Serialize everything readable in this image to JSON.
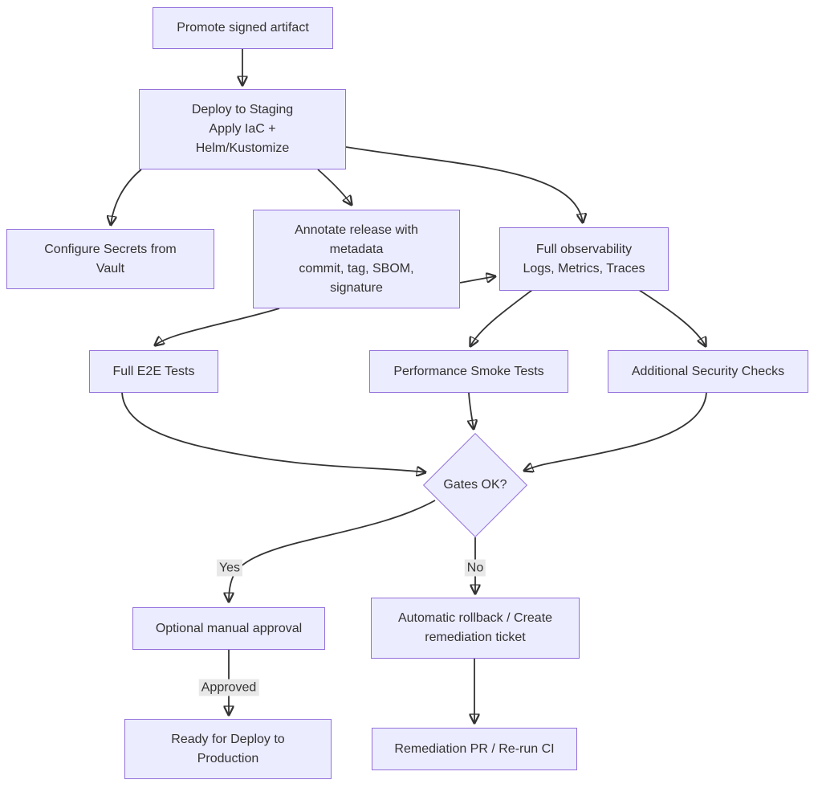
{
  "diagram": {
    "type": "flowchart",
    "direction": "top-down",
    "colors": {
      "node_fill": "#ECECFF",
      "node_border": "#9370DB",
      "edge_color": "#333333",
      "text_color": "#333333",
      "edge_label_bg": "#e8e8e8",
      "background": "#ffffff"
    },
    "nodes": {
      "promote": {
        "label": "Promote signed artifact",
        "shape": "rect"
      },
      "deploy": {
        "label": "Deploy to Staging\nApply IaC +\nHelm/Kustomize",
        "shape": "rect"
      },
      "secrets": {
        "label": "Configure Secrets from\nVault",
        "shape": "rect"
      },
      "annotate": {
        "label": "Annotate release with\nmetadata\ncommit, tag, SBOM,\nsignature",
        "shape": "rect"
      },
      "observability": {
        "label": "Full observability\nLogs, Metrics, Traces",
        "shape": "rect"
      },
      "e2e": {
        "label": "Full E2E Tests",
        "shape": "rect"
      },
      "perf": {
        "label": "Performance Smoke Tests",
        "shape": "rect"
      },
      "security": {
        "label": "Additional Security Checks",
        "shape": "rect"
      },
      "gates": {
        "label": "Gates OK?",
        "shape": "diamond"
      },
      "approval": {
        "label": "Optional manual approval",
        "shape": "rect"
      },
      "rollback": {
        "label": "Automatic rollback / Create\nremediation ticket",
        "shape": "rect"
      },
      "ready": {
        "label": "Ready for Deploy to\nProduction",
        "shape": "rect"
      },
      "remediation": {
        "label": "Remediation PR / Re-run CI",
        "shape": "rect"
      }
    },
    "edges": [
      {
        "from": "promote",
        "to": "deploy",
        "label": ""
      },
      {
        "from": "deploy",
        "to": "secrets",
        "label": ""
      },
      {
        "from": "deploy",
        "to": "annotate",
        "label": ""
      },
      {
        "from": "deploy",
        "to": "observability",
        "label": ""
      },
      {
        "from": "annotate",
        "to": "e2e",
        "label": ""
      },
      {
        "from": "annotate",
        "to": "observability",
        "label": ""
      },
      {
        "from": "observability",
        "to": "perf",
        "label": ""
      },
      {
        "from": "observability",
        "to": "security",
        "label": ""
      },
      {
        "from": "e2e",
        "to": "gates",
        "label": ""
      },
      {
        "from": "perf",
        "to": "gates",
        "label": ""
      },
      {
        "from": "security",
        "to": "gates",
        "label": ""
      },
      {
        "from": "gates",
        "to": "approval",
        "label": "Yes"
      },
      {
        "from": "gates",
        "to": "rollback",
        "label": "No"
      },
      {
        "from": "approval",
        "to": "ready",
        "label": "Approved"
      },
      {
        "from": "rollback",
        "to": "remediation",
        "label": ""
      }
    ]
  }
}
